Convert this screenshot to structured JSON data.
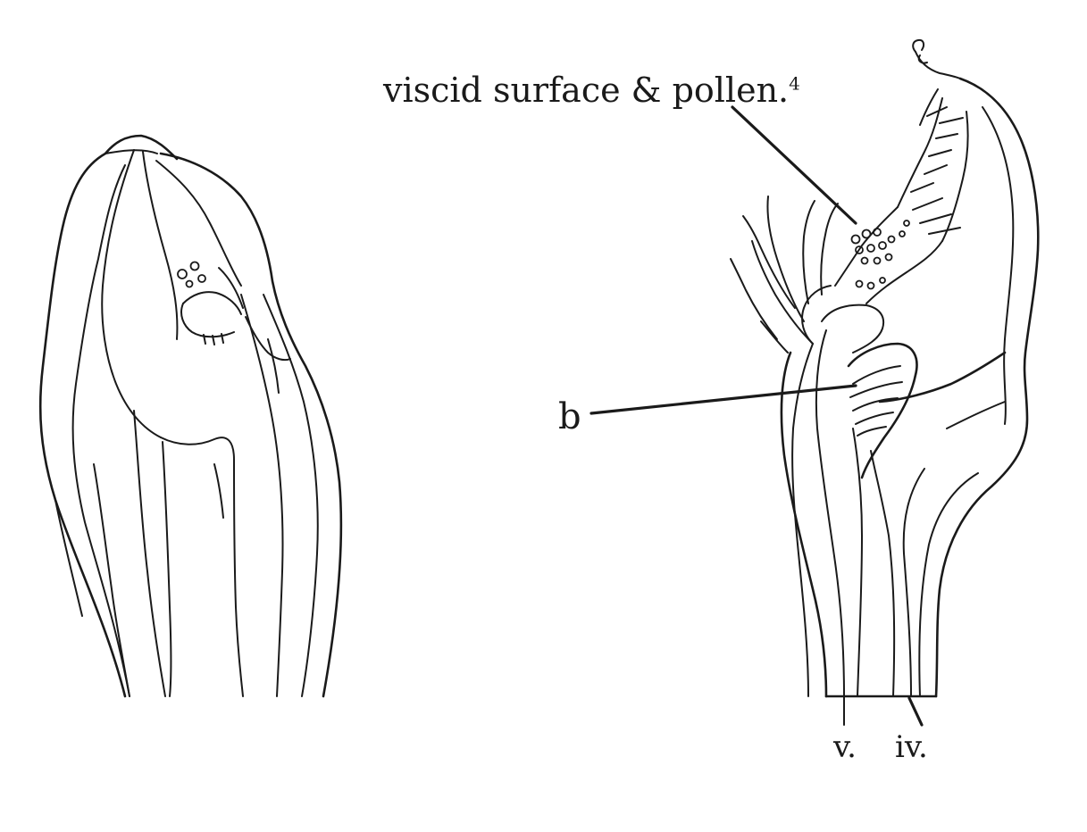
{
  "labels": {
    "viscid": "viscid surface & pollen.",
    "viscid_ref": "4",
    "b": "b",
    "v": "v.",
    "iv": "iv."
  },
  "colors": {
    "ink": "#1a1a1a",
    "paper": "#ffffff"
  }
}
